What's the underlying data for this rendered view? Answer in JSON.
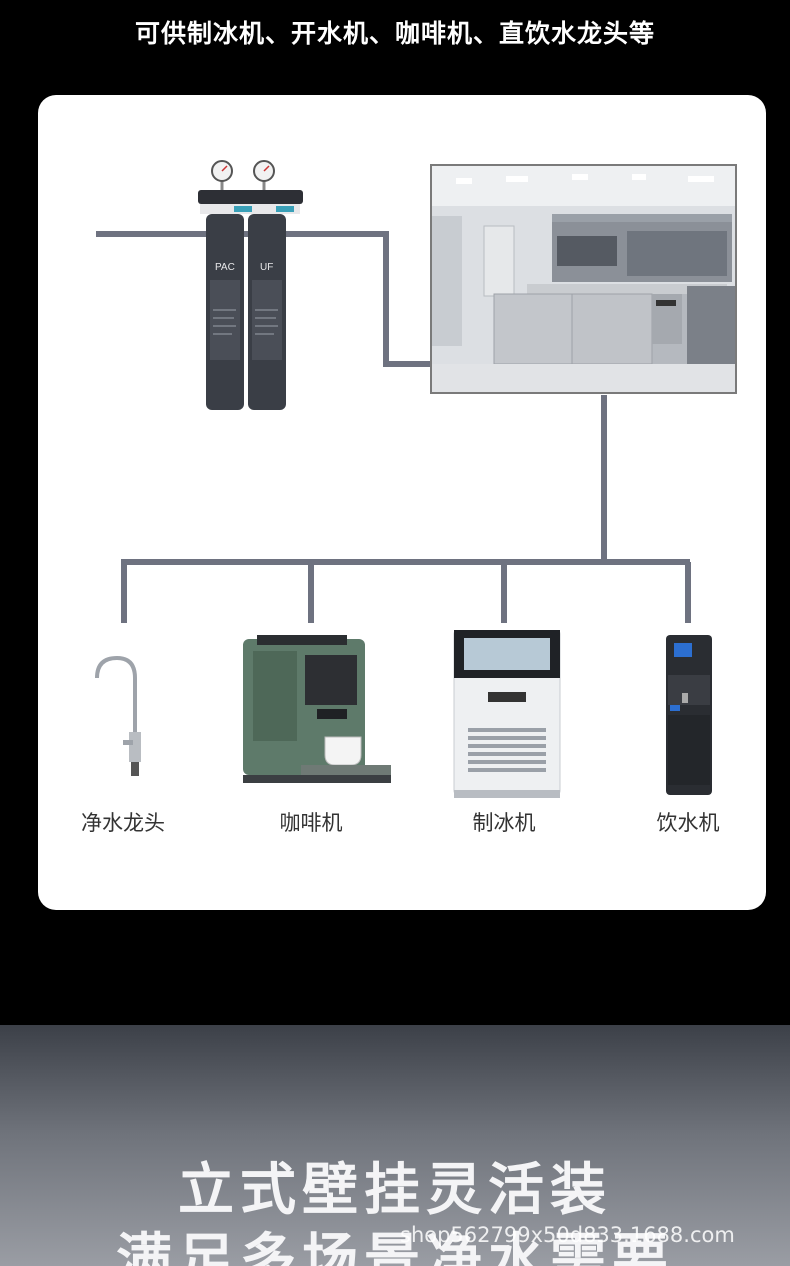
{
  "header": {
    "headline": "可供制冰机、开水机、咖啡机、直饮水龙头等"
  },
  "filter": {
    "left_label": "PAC",
    "right_label": "UF"
  },
  "devices": [
    {
      "label": "净水龙头",
      "icon": "faucet-icon"
    },
    {
      "label": "咖啡机",
      "icon": "coffee-machine-icon"
    },
    {
      "label": "制冰机",
      "icon": "ice-maker-icon"
    },
    {
      "label": "饮水机",
      "icon": "water-dispenser-icon"
    }
  ],
  "footer": {
    "slogan_line1": "立式壁挂灵活装",
    "slogan_line2": "满足多场景净水需要",
    "watermark": "shop562799x50d833.1688.com"
  },
  "colors": {
    "background": "#000000",
    "card": "#ffffff",
    "pipe": "#6e7280",
    "filter_body": "#3a3e46"
  }
}
